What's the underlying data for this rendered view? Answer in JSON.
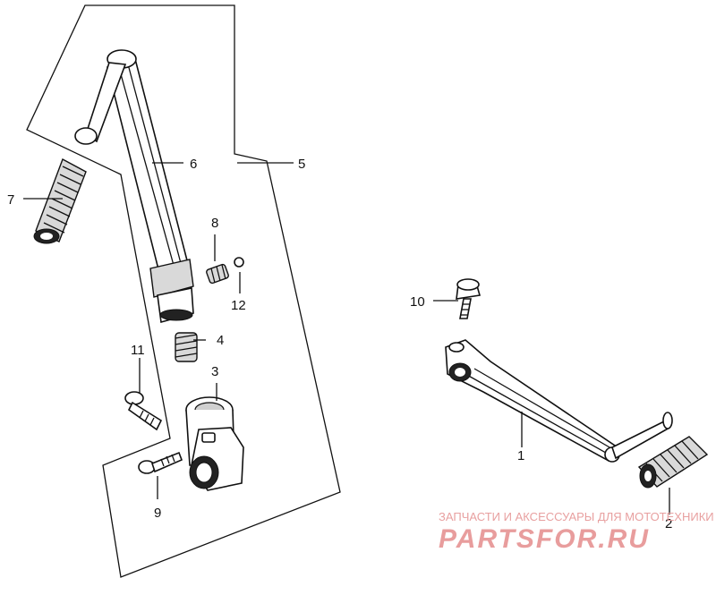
{
  "labels": {
    "l1": "1",
    "l2": "2",
    "l3": "3",
    "l4": "4",
    "l5": "5",
    "l6": "6",
    "l7": "7",
    "l8": "8",
    "l9": "9",
    "l10": "10",
    "l11": "11",
    "l12": "12"
  },
  "watermark": {
    "tagline": "ЗАПЧАСТИ И АКСЕССУАРЫ ДЛЯ МОТОТЕХНИКИ",
    "brand": "PARTSFOR.RU"
  },
  "colors": {
    "line": "#111111",
    "watermark": "#e58c8c"
  }
}
